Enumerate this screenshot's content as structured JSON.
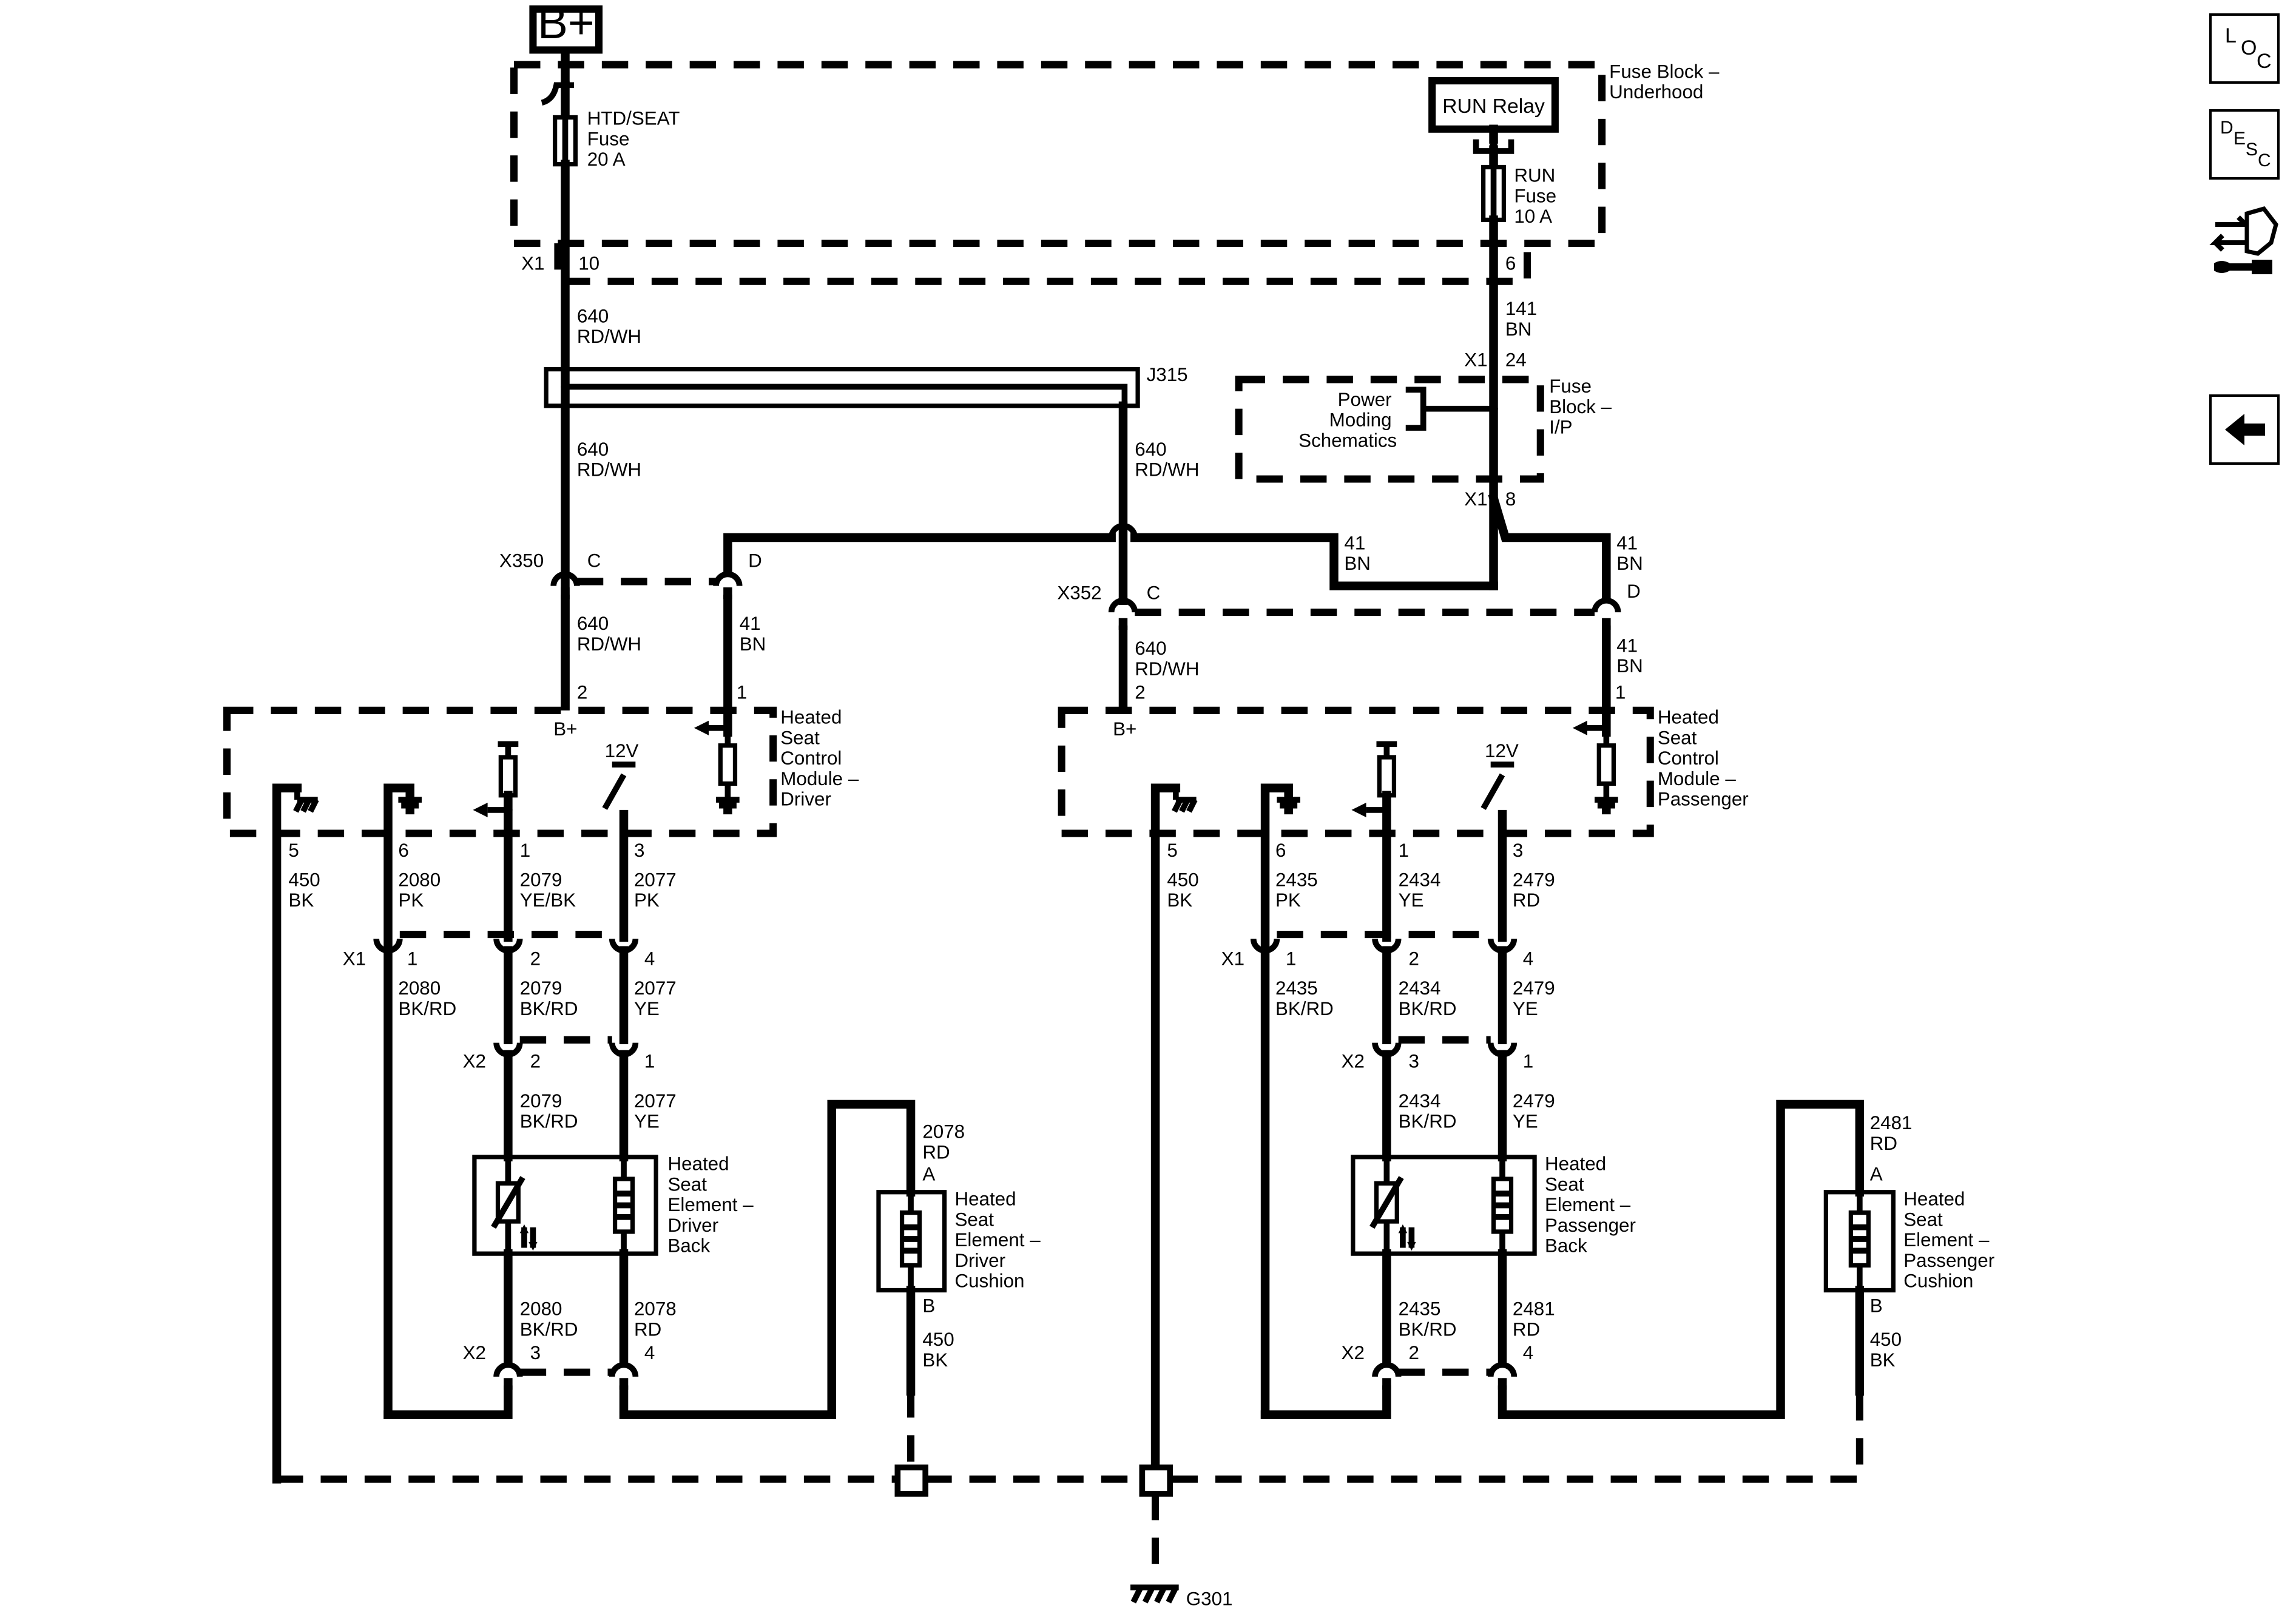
{
  "sources": {
    "battery": "B+",
    "run_relay": "RUN Relay"
  },
  "fuse_block_underhood": {
    "title": [
      "Fuse Block –",
      "Underhood"
    ],
    "htd_seat_fuse": [
      "HTD/SEAT",
      "Fuse",
      "20 A"
    ],
    "run_fuse": [
      "RUN",
      "Fuse",
      "10 A"
    ],
    "connector": "X1",
    "pin_left": "10",
    "pin_right": "6"
  },
  "fuse_block_ip": {
    "title": [
      "Fuse",
      "Block –",
      "I/P"
    ],
    "power_moding": [
      "Power",
      "Moding",
      "Schematics"
    ],
    "connector_top": "X1",
    "pin_top": "24",
    "connector_bottom": "X1",
    "pin_bottom": "8"
  },
  "splice": "J315",
  "wires": {
    "w640_top": [
      "640",
      "RD/WH"
    ],
    "w640_left": [
      "640",
      "RD/WH"
    ],
    "w640_right": [
      "640",
      "RD/WH"
    ],
    "w141": [
      "141",
      "BN"
    ],
    "w41_mid": [
      "41",
      "BN"
    ],
    "w41_right": [
      "41",
      "BN"
    ],
    "drv_640": [
      "640",
      "RD/WH"
    ],
    "drv_41": [
      "41",
      "BN"
    ],
    "pass_640": [
      "640",
      "RD/WH"
    ],
    "pass_41": [
      "41",
      "BN"
    ]
  },
  "driver": {
    "conn_x350": "X350",
    "pin_c": "C",
    "pin_d": "D",
    "module_title": [
      "Heated",
      "Seat",
      "Control",
      "Module –",
      "Driver"
    ],
    "bplus": "B+",
    "pin_2": "2",
    "pin_1": "1",
    "v12": "12V",
    "out_pins": [
      "5",
      "6",
      "1",
      "3"
    ],
    "out_wires": [
      [
        "450",
        "BK"
      ],
      [
        "2080",
        "PK"
      ],
      [
        "2079",
        "YE/BK"
      ],
      [
        "2077",
        "PK"
      ]
    ],
    "x1": "X1",
    "x1_pins": [
      "1",
      "2",
      "4"
    ],
    "x1_wires": [
      [
        "2080",
        "BK/RD"
      ],
      [
        "2079",
        "BK/RD"
      ],
      [
        "2077",
        "YE"
      ]
    ],
    "x2": "X2",
    "x2_pins": [
      "2",
      "1"
    ],
    "x2_wires": [
      [
        "2079",
        "BK/RD"
      ],
      [
        "2077",
        "YE"
      ]
    ],
    "back_element": [
      "Heated",
      "Seat",
      "Element –",
      "Driver",
      "Back"
    ],
    "bottom_wires": [
      [
        "2080",
        "BK/RD"
      ],
      [
        "2078",
        "RD"
      ]
    ],
    "x2b": "X2",
    "x2b_pins": [
      "3",
      "4"
    ],
    "cushion_wire_a": [
      "2078",
      "RD"
    ],
    "pin_a": "A",
    "cushion_element": [
      "Heated",
      "Seat",
      "Element –",
      "Driver",
      "Cushion"
    ],
    "pin_b": "B",
    "cushion_wire_b": [
      "450",
      "BK"
    ]
  },
  "passenger": {
    "conn_x352": "X352",
    "pin_c": "C",
    "pin_d": "D",
    "module_title": [
      "Heated",
      "Seat",
      "Control",
      "Module –",
      "Passenger"
    ],
    "bplus": "B+",
    "pin_2": "2",
    "pin_1": "1",
    "v12": "12V",
    "out_pins": [
      "5",
      "6",
      "1",
      "3"
    ],
    "out_wires": [
      [
        "450",
        "BK"
      ],
      [
        "2435",
        "PK"
      ],
      [
        "2434",
        "YE"
      ],
      [
        "2479",
        "RD"
      ]
    ],
    "x1": "X1",
    "x1_pins": [
      "1",
      "2",
      "4"
    ],
    "x1_wires": [
      [
        "2435",
        "BK/RD"
      ],
      [
        "2434",
        "BK/RD"
      ],
      [
        "2479",
        "YE"
      ]
    ],
    "x2": "X2",
    "x2_pins": [
      "3",
      "1"
    ],
    "x2_wires": [
      [
        "2434",
        "BK/RD"
      ],
      [
        "2479",
        "YE"
      ]
    ],
    "back_element": [
      "Heated",
      "Seat",
      "Element –",
      "Passenger",
      "Back"
    ],
    "bottom_wires": [
      [
        "2435",
        "BK/RD"
      ],
      [
        "2481",
        "RD"
      ]
    ],
    "x2b": "X2",
    "x2b_pins": [
      "2",
      "4"
    ],
    "cushion_wire_a": [
      "2481",
      "RD"
    ],
    "pin_a": "A",
    "cushion_element": [
      "Heated",
      "Seat",
      "Element –",
      "Passenger",
      "Cushion"
    ],
    "pin_b": "B",
    "cushion_wire_b": [
      "450",
      "BK"
    ]
  },
  "ground": "G301",
  "nav": {
    "loc": [
      "L",
      "O",
      "C"
    ],
    "desc": [
      "D",
      "E",
      "S",
      "C"
    ],
    "connector_icon": "connector-end-view-icon",
    "back_icon": "back-arrow-icon"
  }
}
